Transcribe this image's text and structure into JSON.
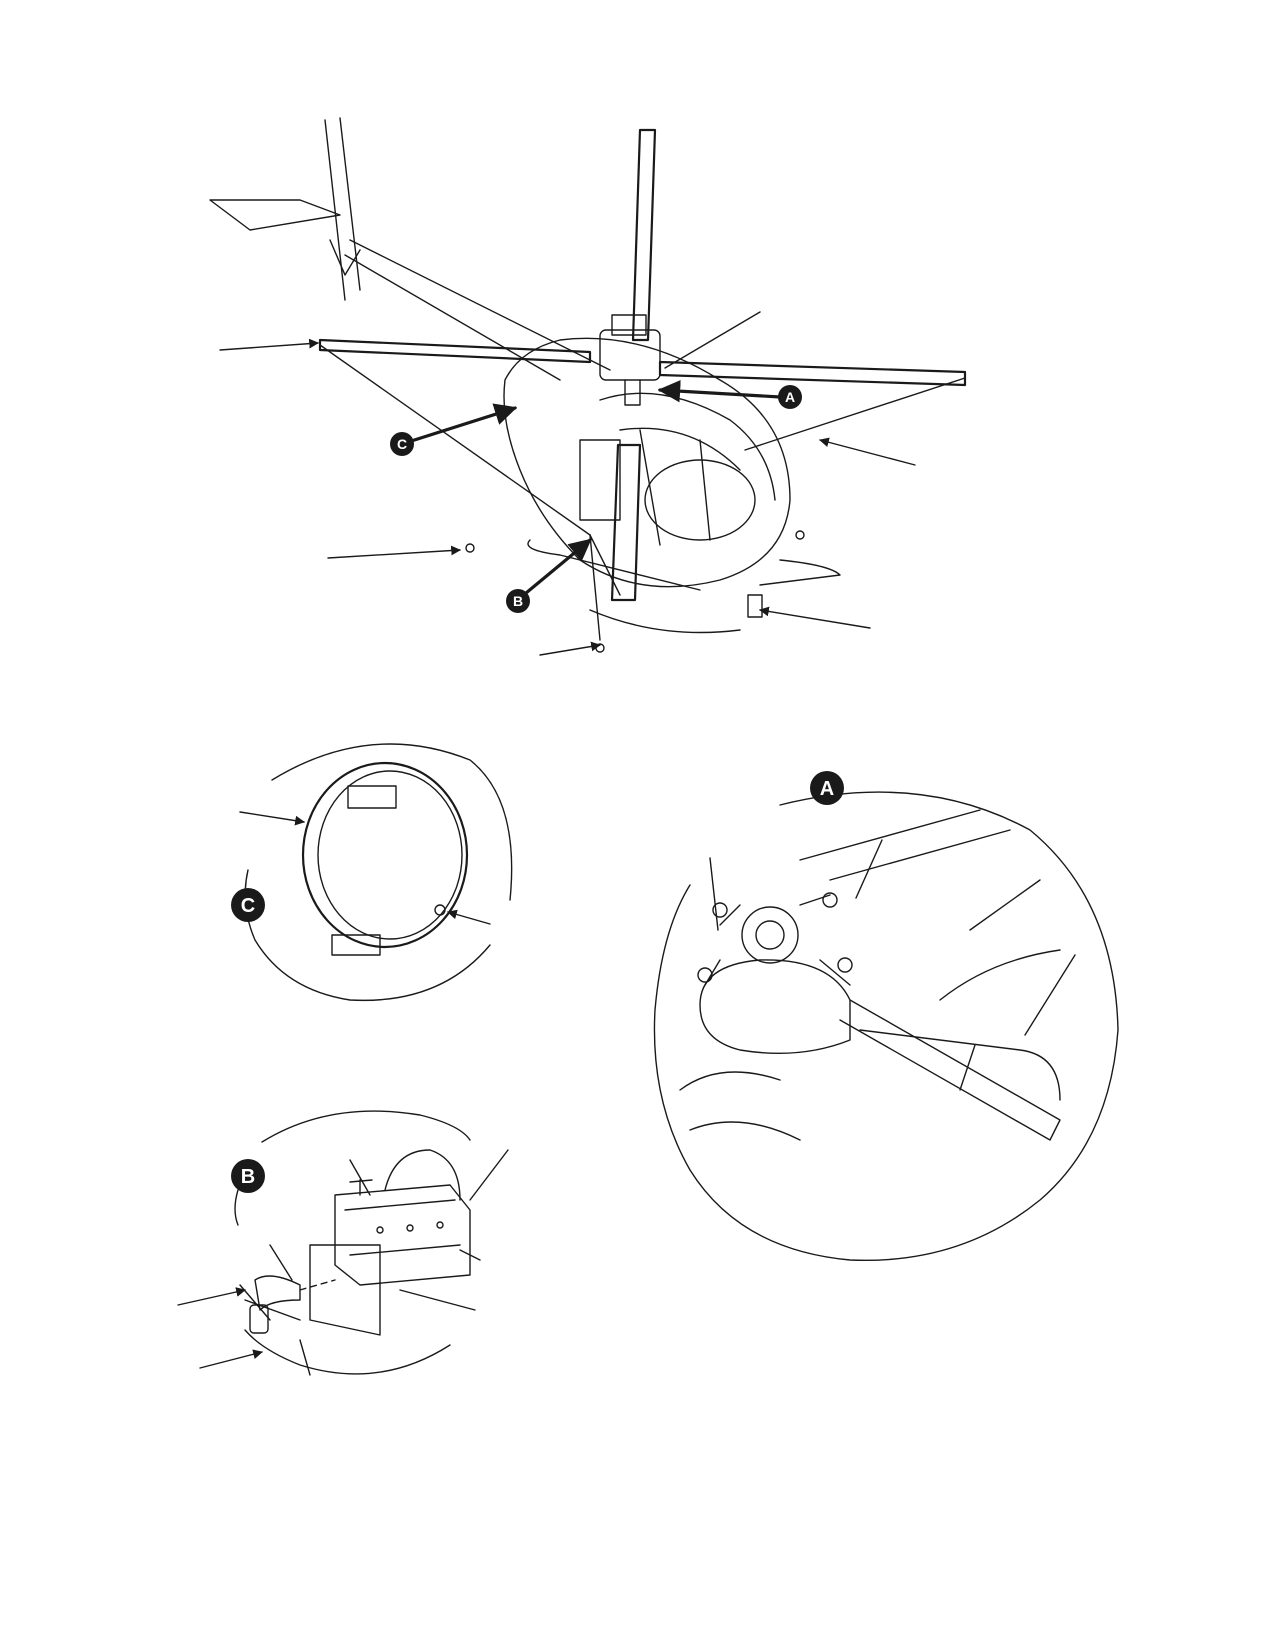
{
  "callouts": {
    "detail_a": "A",
    "detail_b": "B",
    "detail_c": "C"
  },
  "colors": {
    "ink": "#1a1a1a",
    "paper": "#ffffff"
  }
}
